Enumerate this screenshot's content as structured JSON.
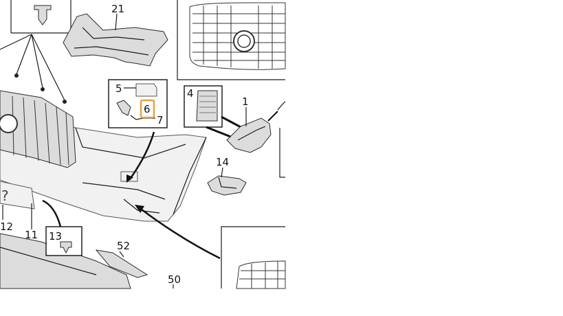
{
  "diagram": {
    "highlight_color": "#e8a23a",
    "callouts": {
      "c21": "21",
      "c5": "5",
      "c6": "6",
      "c7": "7",
      "c4": "4",
      "c1": "1",
      "c14": "14",
      "c13": "13",
      "c52": "52",
      "c50": "50",
      "c11": "11",
      "c12": "12"
    },
    "highlighted_callout": "6"
  }
}
